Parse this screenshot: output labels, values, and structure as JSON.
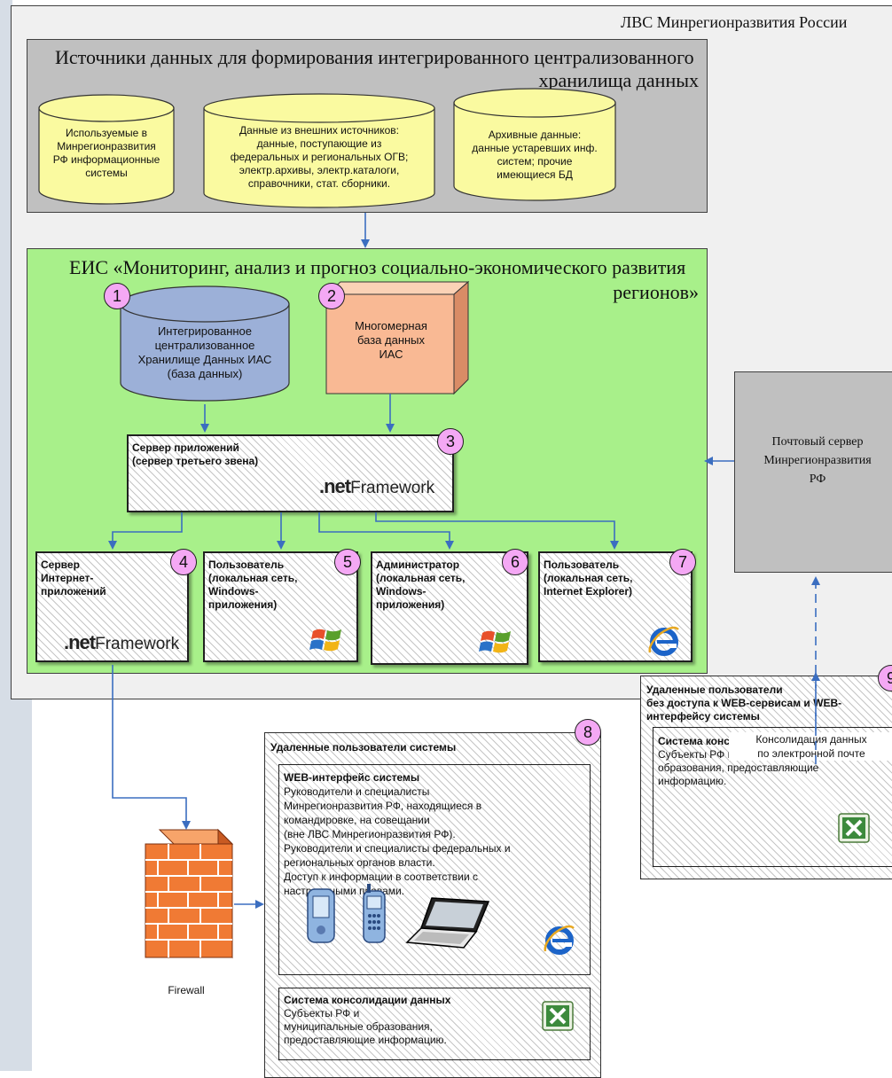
{
  "lan": {
    "title": "ЛВС Минрегионразвития России"
  },
  "sources": {
    "title_line1": "Источники данных для формирования интегрированного централизованного",
    "title_line2": "хранилища данных",
    "db1": [
      "Используемые в",
      "Минрегионразвития",
      "РФ информационные",
      "системы"
    ],
    "db2": [
      "Данные из внешних источников:",
      "данные, поступающие из",
      "федеральных и региональных ОГВ;",
      "электр.архивы, электр.каталоги,",
      "справочники, стат. сборники."
    ],
    "db3": [
      "Архивные данные:",
      "данные устаревших инф.",
      "систем; прочие",
      "имеющиеся БД"
    ]
  },
  "eis": {
    "title_line1": "ЕИС «Мониторинг, анализ и прогноз социально-экономического развития",
    "title_line2": "регионов»",
    "storage": [
      "Интегрированное",
      "централизованное",
      "Хранилище Данных ИАС",
      "(база данных)"
    ],
    "cube": [
      "Многомерная",
      "база данных",
      "ИАС"
    ],
    "app_server": [
      "Сервер приложений",
      "(сервер третьего звена)"
    ],
    "net_logo": {
      "n": ".net",
      "f": "Framework"
    },
    "box4": [
      "Сервер",
      "Интернет-",
      "приложений"
    ],
    "box5": [
      "Пользователь",
      "(локальная сеть,",
      "Windows-",
      "приложения)"
    ],
    "box6": [
      "Администратор",
      "(локальная сеть,",
      "Windows-",
      "приложения)"
    ],
    "box7": [
      "Пользователь",
      "(локальная сеть,",
      "Internet Explorer)"
    ]
  },
  "badges": [
    "1",
    "2",
    "3",
    "4",
    "5",
    "6",
    "7",
    "8",
    "9"
  ],
  "mail_server": [
    "Почтовый сервер",
    "Минрегионразвития",
    "РФ"
  ],
  "consolidation_label": [
    "Консолидация данных",
    "по электронной почте"
  ],
  "firewall": {
    "label": "Firewall"
  },
  "remote": {
    "title": "Удаленные пользователи системы",
    "web_title": "WEB-интерфейс системы",
    "web_text": [
      "Руководители и специалисты",
      "Минрегионразвития РФ, находящиеся в",
      "командировке, на совещании",
      "(вне ЛВС Минрегионразвития РФ).",
      "Руководители и специалисты федеральных и",
      "региональных органов власти.",
      "Доступ к информации в соответствии с",
      "настроенными правами."
    ],
    "cons_title": "Система консолидации данных",
    "cons_text": [
      "Субъекты РФ и",
      "муниципальные образования,",
      "предоставляющие информацию."
    ]
  },
  "remote_nowеb": {
    "title": [
      "Удаленные пользователи",
      "без доступа к WEB-сервисам и WEB-",
      "интерфейсу системы"
    ],
    "cons_title": "Система консолидации данных",
    "cons_text": [
      "Субъекты РФ и муниципальные",
      "образования, предоставляющие",
      "информацию."
    ]
  },
  "colors": {
    "lan_bg": "#f0f0f0",
    "sources_bg": "#c0c0c0",
    "eis_bg": "#a8f08a",
    "cylinder_yellow": "#fafaa0",
    "cylinder_blue": "#9cb0d8",
    "cube_orange": "#f9b994",
    "badge_pink": "#f4a8f4",
    "arrow_blue": "#3b6ec0",
    "mail_server_bg": "#c0c0c0"
  }
}
